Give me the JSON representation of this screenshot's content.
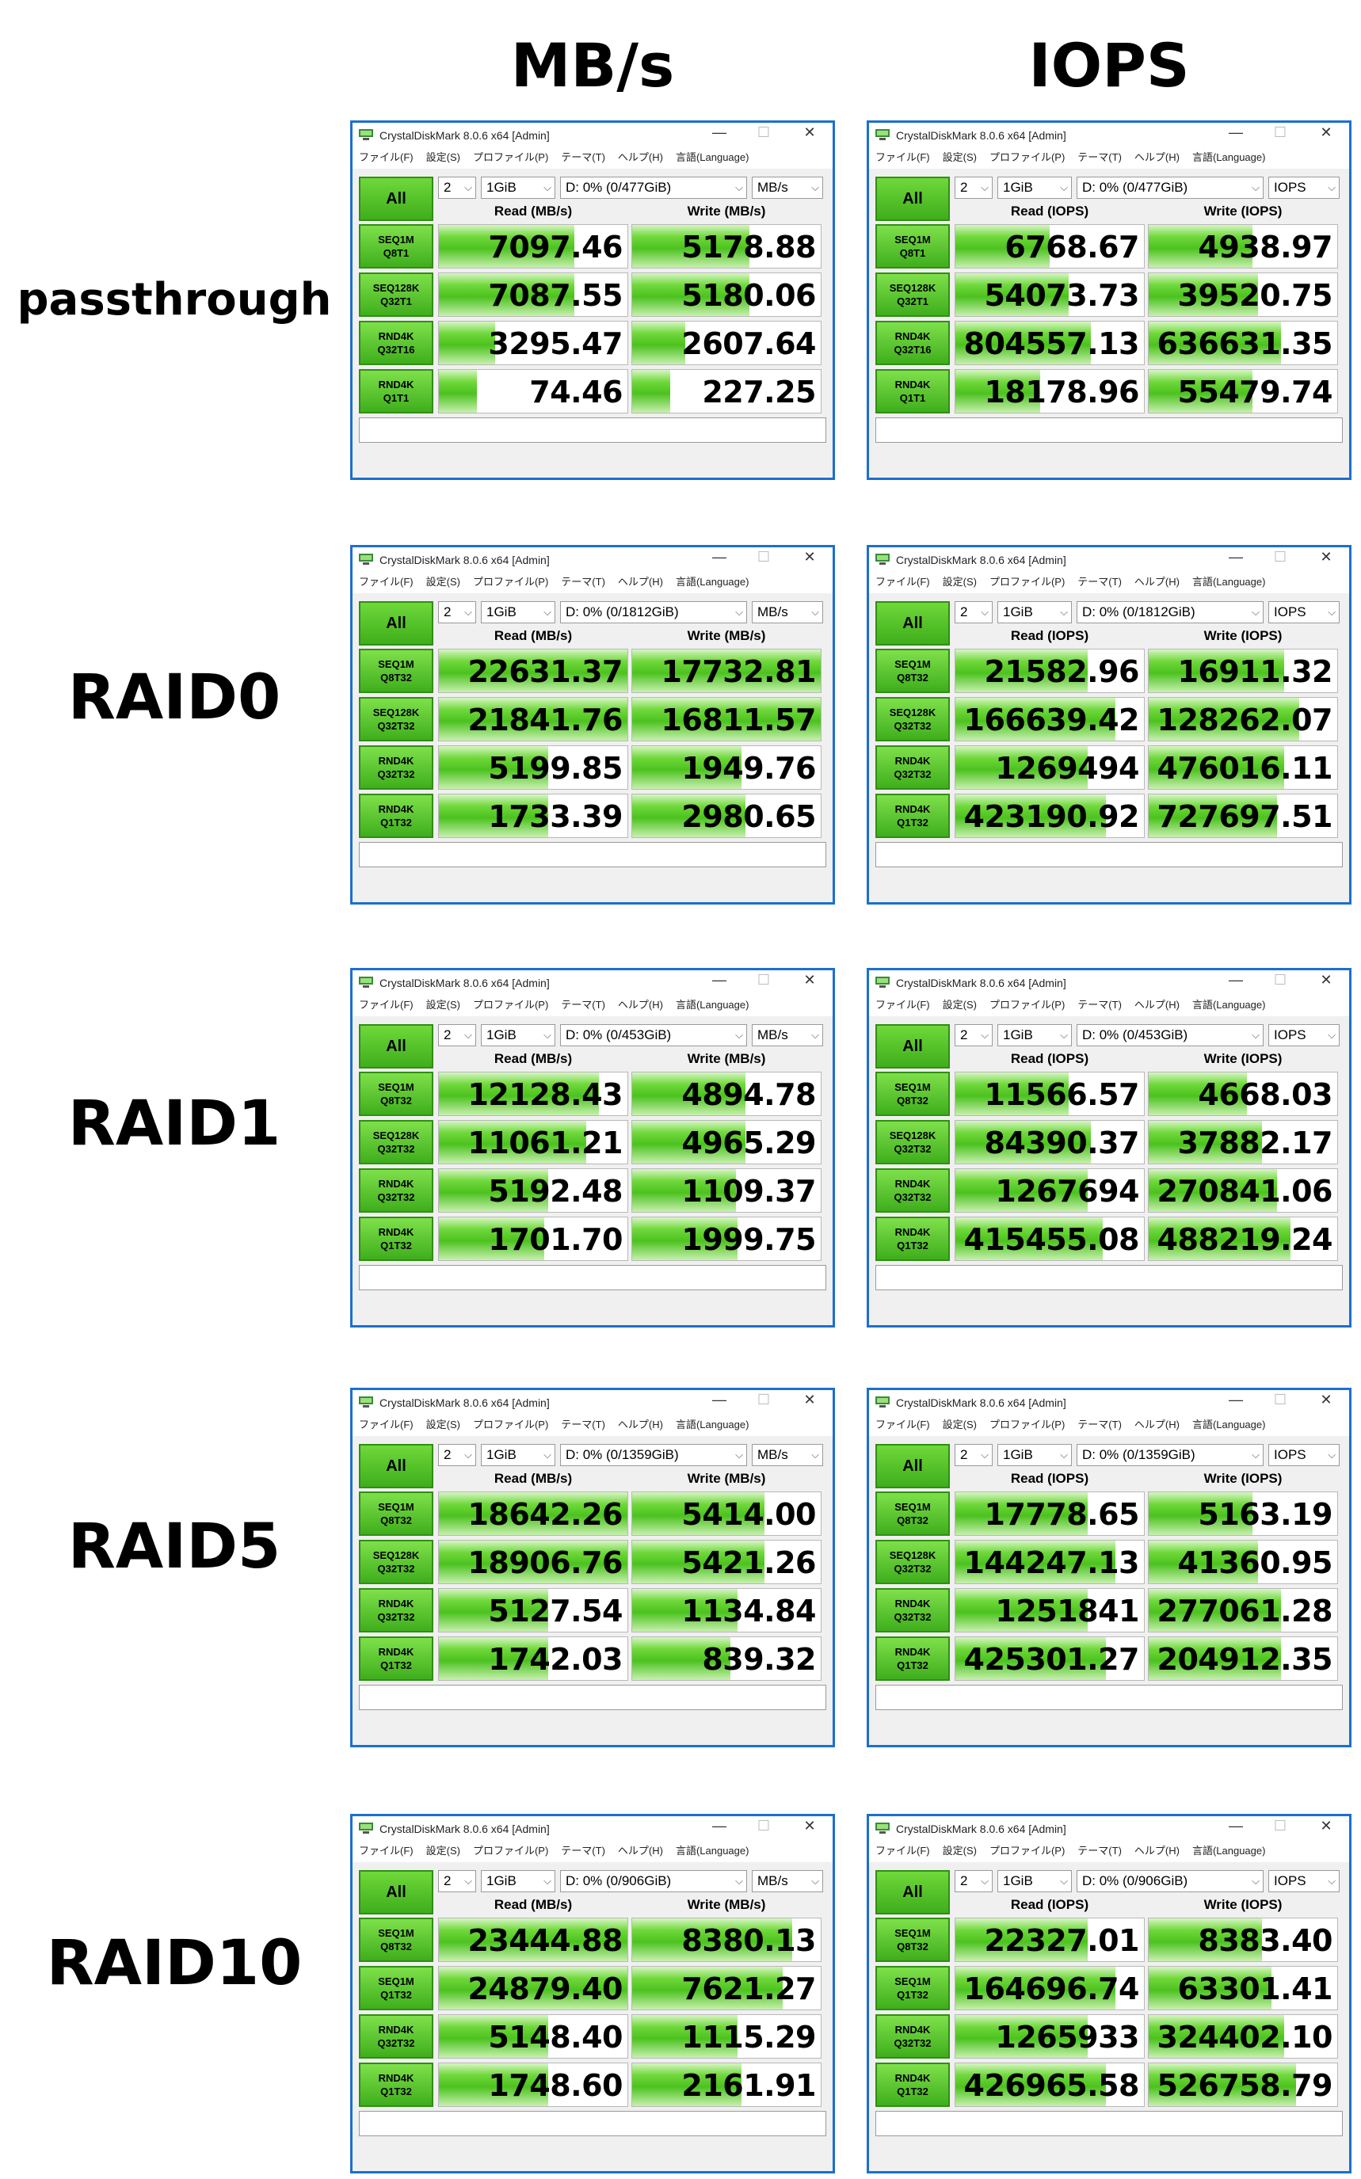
{
  "headers": {
    "mbs": "MB/s",
    "iops": "IOPS"
  },
  "window_title": "CrystalDiskMark 8.0.6 x64 [Admin]",
  "window_controls": {
    "minimize": "—",
    "maximize": "☐",
    "close": "✕"
  },
  "menu": [
    "ファイル(F)",
    "設定(S)",
    "プロファイル(P)",
    "テーマ(T)",
    "ヘルプ(H)",
    "言語(Language)"
  ],
  "all_label": "All",
  "count_value": "2",
  "size_value": "1GiB",
  "units": {
    "mbs": "MB/s",
    "iops": "IOPS"
  },
  "col_heads": {
    "mbs": {
      "read": "Read (MB/s)",
      "write": "Write (MB/s)"
    },
    "iops": {
      "read": "Read (IOPS)",
      "write": "Write (IOPS)"
    }
  },
  "colors": {
    "window_border": "#1c6fd0",
    "bar_green": "#4cc21f"
  },
  "groups": [
    {
      "label": "passthrough",
      "drive": "D: 0% (0/477GiB)",
      "tests": [
        [
          "SEQ1M",
          "Q8T1"
        ],
        [
          "SEQ128K",
          "Q32T1"
        ],
        [
          "RND4K",
          "Q32T16"
        ],
        [
          "RND4K",
          "Q1T1"
        ]
      ],
      "mbs": {
        "read": [
          "7097.46",
          "7087.55",
          "3295.47",
          "74.46"
        ],
        "write": [
          "5178.88",
          "5180.06",
          "2607.64",
          "227.25"
        ],
        "read_fill": [
          0.72,
          0.72,
          0.3,
          0.2
        ],
        "write_fill": [
          0.62,
          0.62,
          0.28,
          0.2
        ]
      },
      "iops": {
        "read": [
          "6768.67",
          "54073.73",
          "804557.13",
          "18178.96"
        ],
        "write": [
          "4938.97",
          "39520.75",
          "636631.35",
          "55479.74"
        ],
        "read_fill": [
          0.5,
          0.6,
          0.72,
          0.45
        ],
        "write_fill": [
          0.55,
          0.58,
          0.7,
          0.55
        ]
      }
    },
    {
      "label": "RAID0",
      "drive": "D: 0% (0/1812GiB)",
      "tests": [
        [
          "SEQ1M",
          "Q8T32"
        ],
        [
          "SEQ128K",
          "Q32T32"
        ],
        [
          "RND4K",
          "Q32T32"
        ],
        [
          "RND4K",
          "Q1T32"
        ]
      ],
      "mbs": {
        "read": [
          "22631.37",
          "21841.76",
          "5199.85",
          "1733.39"
        ],
        "write": [
          "17732.81",
          "16811.57",
          "1949.76",
          "2980.65"
        ],
        "read_fill": [
          1.0,
          1.0,
          0.58,
          0.58
        ],
        "write_fill": [
          1.0,
          1.0,
          0.58,
          0.6
        ]
      },
      "iops": {
        "read": [
          "21582.96",
          "166639.42",
          "1269494",
          "423190.92"
        ],
        "write": [
          "16911.32",
          "128262.07",
          "476016.11",
          "727697.51"
        ],
        "read_fill": [
          0.7,
          0.85,
          0.7,
          0.8
        ],
        "write_fill": [
          0.72,
          0.8,
          0.72,
          0.68
        ]
      }
    },
    {
      "label": "RAID1",
      "drive": "D: 0% (0/453GiB)",
      "tests": [
        [
          "SEQ1M",
          "Q8T32"
        ],
        [
          "SEQ128K",
          "Q32T32"
        ],
        [
          "RND4K",
          "Q32T32"
        ],
        [
          "RND4K",
          "Q1T32"
        ]
      ],
      "mbs": {
        "read": [
          "12128.43",
          "11061.21",
          "5192.48",
          "1701.70"
        ],
        "write": [
          "4894.78",
          "4965.29",
          "1109.37",
          "1999.75"
        ],
        "read_fill": [
          0.85,
          0.78,
          0.58,
          0.56
        ],
        "write_fill": [
          0.6,
          0.6,
          0.55,
          0.56
        ]
      },
      "iops": {
        "read": [
          "11566.57",
          "84390.37",
          "1267694",
          "415455.08"
        ],
        "write": [
          "4668.03",
          "37882.17",
          "270841.06",
          "488219.24"
        ],
        "read_fill": [
          0.6,
          0.72,
          0.7,
          0.78
        ],
        "write_fill": [
          0.52,
          0.6,
          0.68,
          0.75
        ]
      }
    },
    {
      "label": "RAID5",
      "drive": "D: 0% (0/1359GiB)",
      "tests": [
        [
          "SEQ1M",
          "Q8T32"
        ],
        [
          "SEQ128K",
          "Q32T32"
        ],
        [
          "RND4K",
          "Q32T32"
        ],
        [
          "RND4K",
          "Q1T32"
        ]
      ],
      "mbs": {
        "read": [
          "18642.26",
          "18906.76",
          "5127.54",
          "1742.03"
        ],
        "write": [
          "5414.00",
          "5421.26",
          "1134.84",
          "839.32"
        ],
        "read_fill": [
          1.0,
          1.0,
          0.58,
          0.58
        ],
        "write_fill": [
          0.7,
          0.7,
          0.56,
          0.52
        ]
      },
      "iops": {
        "read": [
          "17778.65",
          "144247.13",
          "1251841",
          "425301.27"
        ],
        "write": [
          "5163.19",
          "41360.95",
          "277061.28",
          "204912.35"
        ],
        "read_fill": [
          0.7,
          0.85,
          0.7,
          0.8
        ],
        "write_fill": [
          0.55,
          0.58,
          0.7,
          0.7
        ]
      }
    },
    {
      "label": "RAID10",
      "drive": "D: 0% (0/906GiB)",
      "tests": [
        [
          "SEQ1M",
          "Q8T32"
        ],
        [
          "SEQ1M",
          "Q1T32"
        ],
        [
          "RND4K",
          "Q32T32"
        ],
        [
          "RND4K",
          "Q1T32"
        ]
      ],
      "mbs": {
        "read": [
          "23444.88",
          "24879.40",
          "5148.40",
          "1748.60"
        ],
        "write": [
          "8380.13",
          "7621.27",
          "1115.29",
          "2161.91"
        ],
        "read_fill": [
          1.0,
          1.0,
          0.58,
          0.58
        ],
        "write_fill": [
          0.85,
          0.8,
          0.56,
          0.58
        ]
      },
      "iops": {
        "read": [
          "22327.01",
          "164696.74",
          "1265933",
          "426965.58"
        ],
        "write": [
          "8383.40",
          "63301.41",
          "324402.10",
          "526758.79"
        ],
        "read_fill": [
          0.7,
          0.85,
          0.7,
          0.8
        ],
        "write_fill": [
          0.6,
          0.65,
          0.72,
          0.78
        ]
      }
    }
  ]
}
